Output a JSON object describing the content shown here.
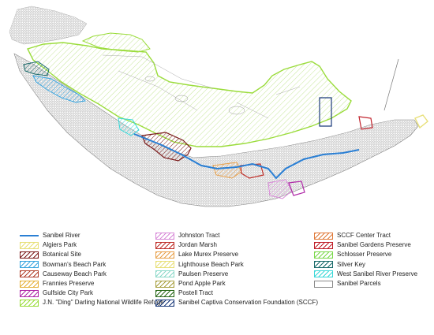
{
  "legend": {
    "items": [
      {
        "label": "Sanibel River",
        "color": "#2a7fd4",
        "style": "line"
      },
      {
        "label": "Algiers Park",
        "color": "#e8e07a",
        "style": "hatch"
      },
      {
        "label": "Botanical Site",
        "color": "#7a1a1a",
        "style": "hatch"
      },
      {
        "label": "Bowman's Beach Park",
        "color": "#3aa6e0",
        "style": "hatch"
      },
      {
        "label": "Causeway Beach Park",
        "color": "#b0402a",
        "style": "hatch"
      },
      {
        "label": "Frannies Preserve",
        "color": "#e6b03a",
        "style": "hatch"
      },
      {
        "label": "Gulfside City Park",
        "color": "#b02aa8",
        "style": "hatch"
      },
      {
        "label": "J.N. \"Ding\" Darling National Wildlife Refuge",
        "color": "#9adc3a",
        "style": "hatch"
      },
      {
        "label": "Johnston Tract",
        "color": "#d88ad8",
        "style": "hatch"
      },
      {
        "label": "Jordan Marsh",
        "color": "#c0302a",
        "style": "hatch"
      },
      {
        "label": "Lake Murex Preserve",
        "color": "#e8a04a",
        "style": "hatch"
      },
      {
        "label": "Lighthouse Beach Park",
        "color": "#e8e07a",
        "style": "hatch"
      },
      {
        "label": "Paulsen Preserve",
        "color": "#8ad8c8",
        "style": "hatch"
      },
      {
        "label": "Pond Apple Park",
        "color": "#a8a040",
        "style": "hatch"
      },
      {
        "label": "Postell Tract",
        "color": "#2a6a1a",
        "style": "hatch"
      },
      {
        "label": "Sanibel Captiva Conservation Foundation (SCCF)",
        "color": "#1a3a7a",
        "style": "hatch"
      },
      {
        "label": "SCCF Center Tract",
        "color": "#e07a3a",
        "style": "hatch"
      },
      {
        "label": "Sanibel Gardens Preserve",
        "color": "#c0202a",
        "style": "hatch"
      },
      {
        "label": "Schlosser Preserve",
        "color": "#7ad84a",
        "style": "hatch"
      },
      {
        "label": "Silver Key",
        "color": "#1a6a6a",
        "style": "hatch"
      },
      {
        "label": "West Sanibel River Preserve",
        "color": "#3ad8d8",
        "style": "hatch"
      },
      {
        "label": "Sanibel Parcels",
        "color": "#888888",
        "style": "box"
      }
    ]
  }
}
